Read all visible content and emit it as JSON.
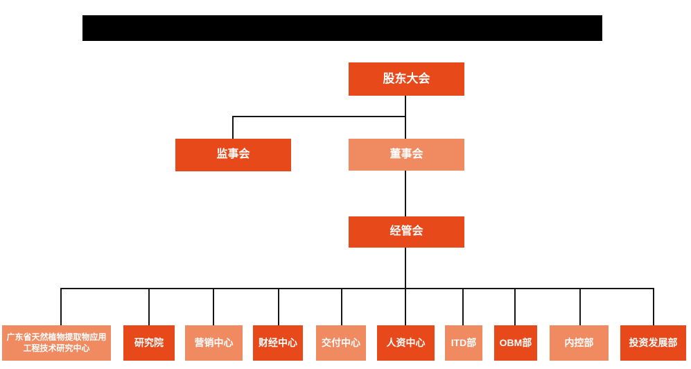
{
  "page": {
    "background": "#FFFFFF"
  },
  "colors": {
    "primary_orange": "#E8491B",
    "light_orange": "#EF8A61",
    "connector_black": "#141414",
    "node_text": "#FFFFFF",
    "redacted_bar_black": "#000000"
  },
  "org_chart": {
    "nodes": {
      "root": "股东大会",
      "supervisory_board": "监事会",
      "board_of_directors": "董事会",
      "management_committee": "经管会"
    },
    "departments": [
      {
        "label": "广东省天然植物提取物应用工程技术研究中心"
      },
      {
        "label": "研究院"
      },
      {
        "label": "营销中心"
      },
      {
        "label": "财经中心"
      },
      {
        "label": "交付中心"
      },
      {
        "label": "人资中心"
      },
      {
        "label": "ITD部"
      },
      {
        "label": "OBM部"
      },
      {
        "label": "内控部"
      },
      {
        "label": "投资发展部"
      }
    ]
  }
}
